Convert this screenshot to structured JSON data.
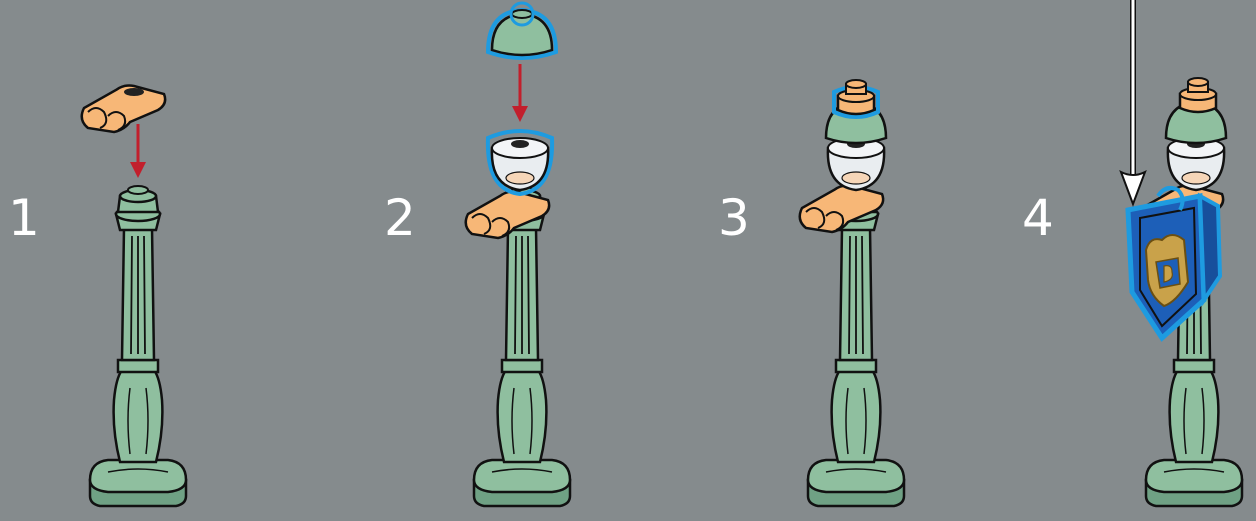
{
  "steps": [
    {
      "number": "1"
    },
    {
      "number": "2"
    },
    {
      "number": "3"
    },
    {
      "number": "4"
    }
  ],
  "colors": {
    "background": "#858b8d",
    "post_green": "#8fbf9f",
    "post_shadow": "#6fa184",
    "bracket_tan": "#f7b777",
    "glass": "#e9edf0",
    "highlight_blue": "#1e9be0",
    "arrow_red": "#c21f2c",
    "arrow_white": "#ffffff",
    "shield_blue": "#1d5fb8",
    "crest_gold": "#c9a24a"
  }
}
